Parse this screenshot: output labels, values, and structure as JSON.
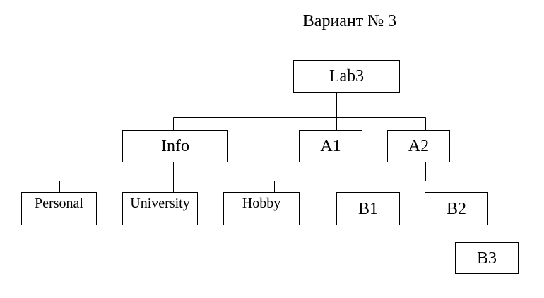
{
  "title": "Вариант № 3",
  "tree": {
    "root": {
      "label": "Lab3"
    },
    "level1": {
      "info": "Info",
      "a1": "A1",
      "a2": "A2"
    },
    "info_children": {
      "personal": "Personal",
      "university": "University",
      "hobby": "Hobby"
    },
    "a2_children": {
      "b1": "B1",
      "b2": "B2"
    },
    "b2_children": {
      "b3": "B3"
    }
  },
  "colors": {
    "line": "#000000",
    "background": "#ffffff"
  }
}
